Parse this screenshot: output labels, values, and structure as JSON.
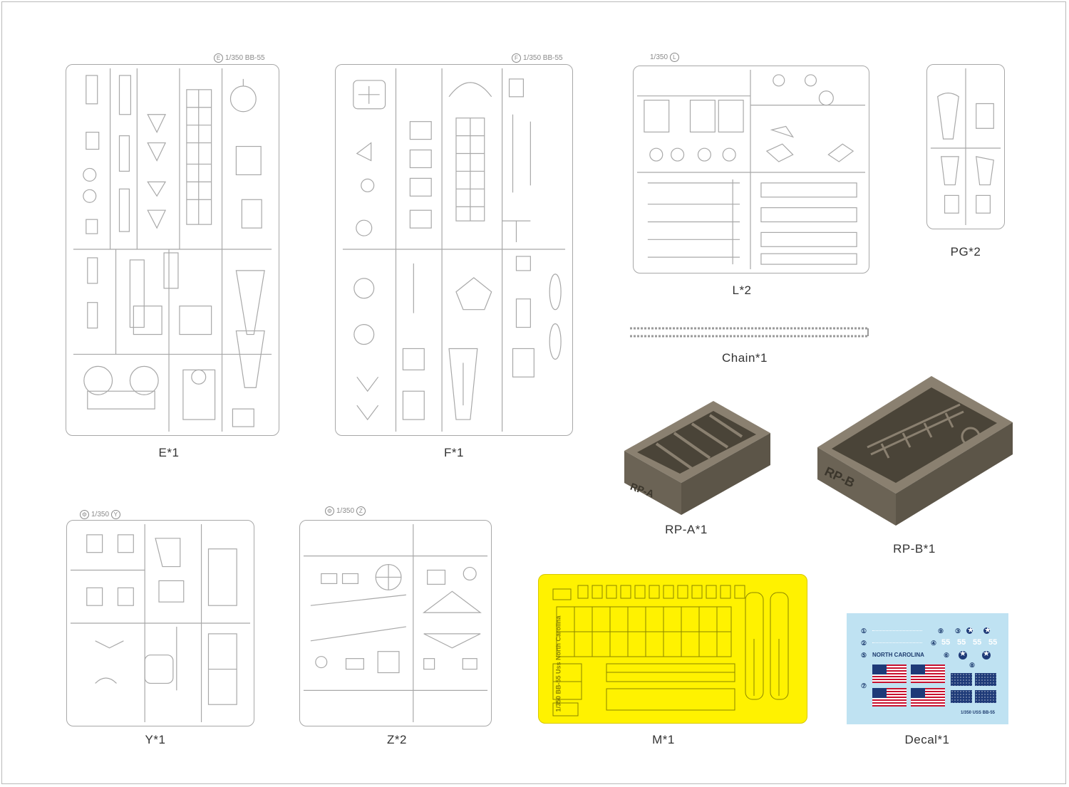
{
  "stamps": {
    "e": {
      "letter": "E",
      "text": "1/350 BB-55"
    },
    "f": {
      "letter": "F",
      "text": "1/350 BB-55"
    },
    "l": {
      "letter": "L",
      "text": "1/350"
    },
    "y": {
      "letter": "Y",
      "text": "1/350"
    },
    "z": {
      "letter": "Z",
      "text": "1/350"
    }
  },
  "captions": {
    "e": "E*1",
    "f": "F*1",
    "l": "L*2",
    "pg": "PG*2",
    "chain": "Chain*1",
    "rpa": "RP-A*1",
    "rpb": "RP-B*1",
    "y": "Y*1",
    "z": "Z*2",
    "m": "M*1",
    "decal": "Decal*1"
  },
  "pe_fret": {
    "text": "1/350 BB-55 Uss North Carolina"
  },
  "decal_sheet": {
    "name": "NORTH CAROLINA",
    "hull_number": "55",
    "scale": "1/350 USS BB-55",
    "markers": [
      "①",
      "②",
      "③",
      "④",
      "⑤",
      "⑥",
      "⑦",
      "⑧",
      "⑨"
    ]
  },
  "resin_labels": {
    "a": "RP-A",
    "b": "RP-B"
  },
  "colors": {
    "line": "#a8a8a8",
    "pe": "#fff200",
    "decal_bg": "#bfe2f2",
    "resin": "#6b6355"
  }
}
